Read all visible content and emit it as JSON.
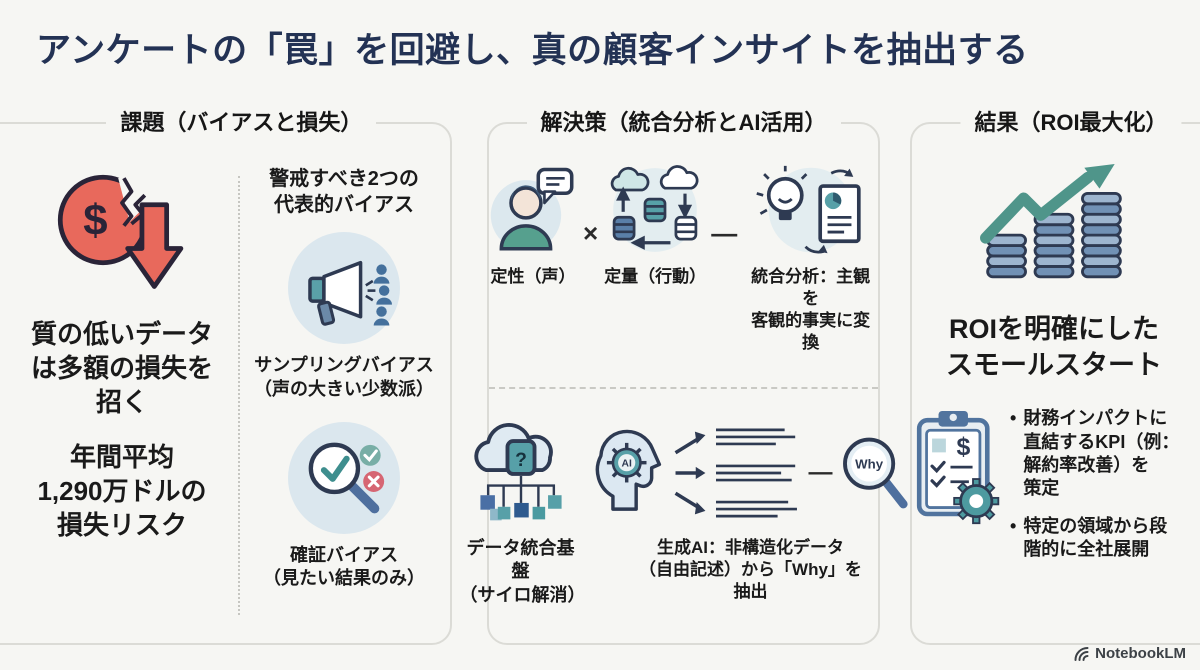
{
  "title": "アンケートの「罠」を回避し、真の顧客インサイトを抽出する",
  "colors": {
    "background": "#f6f6f3",
    "title_navy": "#233254",
    "text": "#1a1a1a",
    "panel_border": "#dbdbd6",
    "accent_red": "#e8695c",
    "icon_outline_navy": "#2e3a52",
    "teal": "#57a0a8",
    "slate_blue": "#54779f",
    "light_blue_circle": "#dbe7ee",
    "green_teal": "#4f958a"
  },
  "glyphs": {
    "dollar": "$",
    "question": "?"
  },
  "panels": {
    "problem": {
      "header": "課題（バイアスと損失）",
      "impact": {
        "icon": "dollar-loss-icon",
        "heading": "質の低いデータ\nは多額の損失を\n招く",
        "stat": "年間平均\n1,290万ドルの\n損失リスク"
      },
      "biases": {
        "heading": "警戒すべき2つの\n代表的バイアス",
        "items": [
          {
            "icon": "megaphone-people-icon",
            "label": "サンプリングバイアス\n（声の大きい少数派）"
          },
          {
            "icon": "magnifier-check-icon",
            "label": "確証バイアス\n（見たい結果のみ）"
          }
        ]
      }
    },
    "solution": {
      "header": "解決策（統合分析とAI活用）",
      "operators": {
        "multiply": "×",
        "dash": "—"
      },
      "glyphs": {
        "why": "Why",
        "ai": "AI"
      },
      "row1": {
        "items": [
          {
            "icon": "person-voice-icon",
            "label": "定性（声）"
          },
          {
            "icon": "data-sync-icon",
            "label": "定量（行動）"
          },
          {
            "icon": "insight-report-icon",
            "label": "統合分析：主観を\n客観的事実に変換"
          }
        ]
      },
      "row2": {
        "items": [
          {
            "icon": "cloud-database-icon",
            "label": "データ統合基盤\n（サイロ解消）"
          },
          {
            "icon": "ai-head-icon",
            "label": "生成AI：非構造化データ\n（自由記述）から「Why」を\n抽出"
          }
        ]
      }
    },
    "result": {
      "header": "結果（ROI最大化）",
      "icon": "growth-chart-icon",
      "heading": "ROIを明確にした\nスモールスタート",
      "bullet_icon": "kpi-clipboard-icon",
      "bullets": [
        "財務インパクトに\n直結するKPI（例：\n解約率改善）を\n策定",
        "特定の領域から段\n階的に全社展開"
      ]
    }
  },
  "footer": {
    "brand": "NotebookLM"
  }
}
